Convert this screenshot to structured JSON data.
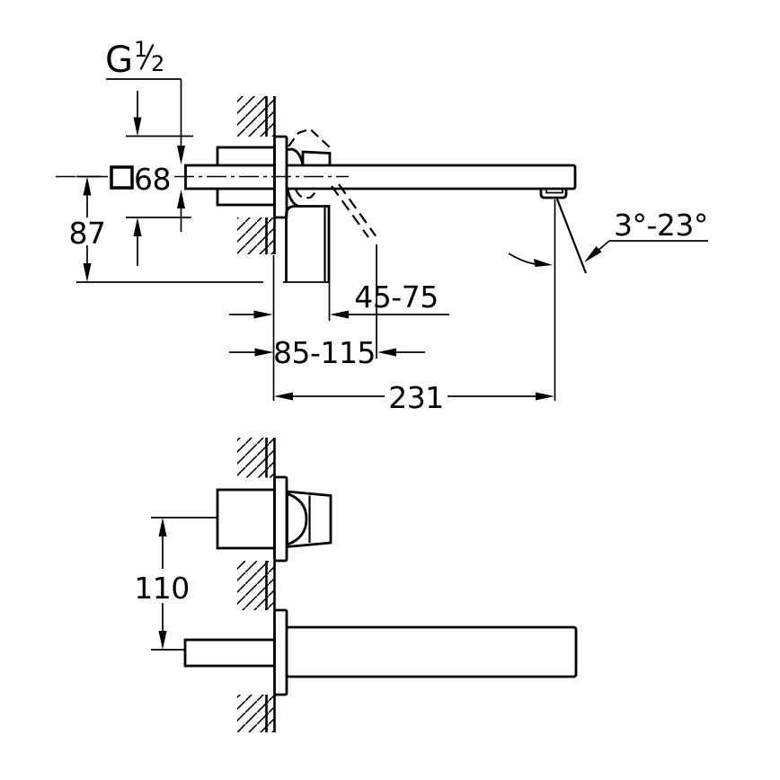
{
  "colors": {
    "line": "#000000",
    "background": "#ffffff"
  },
  "labels": {
    "thread": {
      "g": "G",
      "numerator": "1",
      "denominator": "2"
    },
    "escutcheon_square": "68",
    "height_below_axis": "87",
    "plate_depth_range": "45-75",
    "mount_depth_range": "85-115",
    "spout_projection": "231",
    "spout_angle_range": "3°-23°",
    "handle_spout_distance": "110"
  }
}
